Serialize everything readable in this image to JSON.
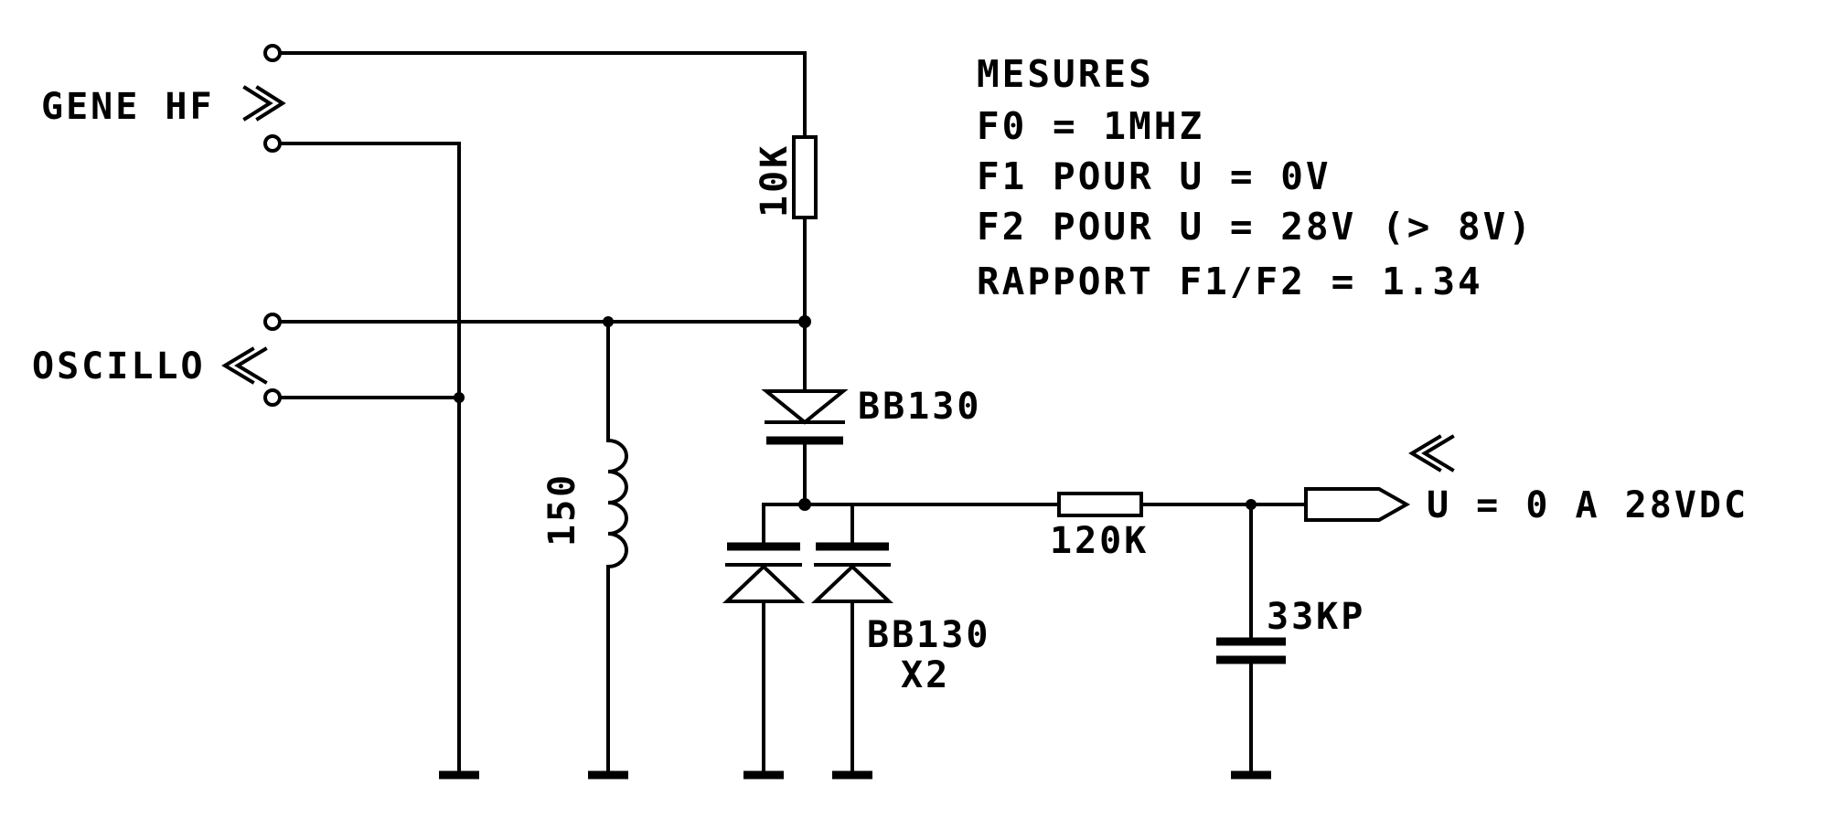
{
  "labels": {
    "gene": "GENE HF",
    "oscillo": "OSCILLO",
    "r_top": "10K",
    "inductor": "150",
    "diode_top": "BB130",
    "diode_bottom": "BB130",
    "diode_bottom_mult": "X2",
    "r_series": "120K",
    "cap": "33KP",
    "input": "U = 0 A 28VDC"
  },
  "notes": {
    "title": "MESURES",
    "lines": [
      "F0 = 1MHZ",
      "F1 POUR U = 0V",
      "F2 POUR U = 28V (> 8V)",
      "RAPPORT F1/F2 = 1.34"
    ]
  }
}
